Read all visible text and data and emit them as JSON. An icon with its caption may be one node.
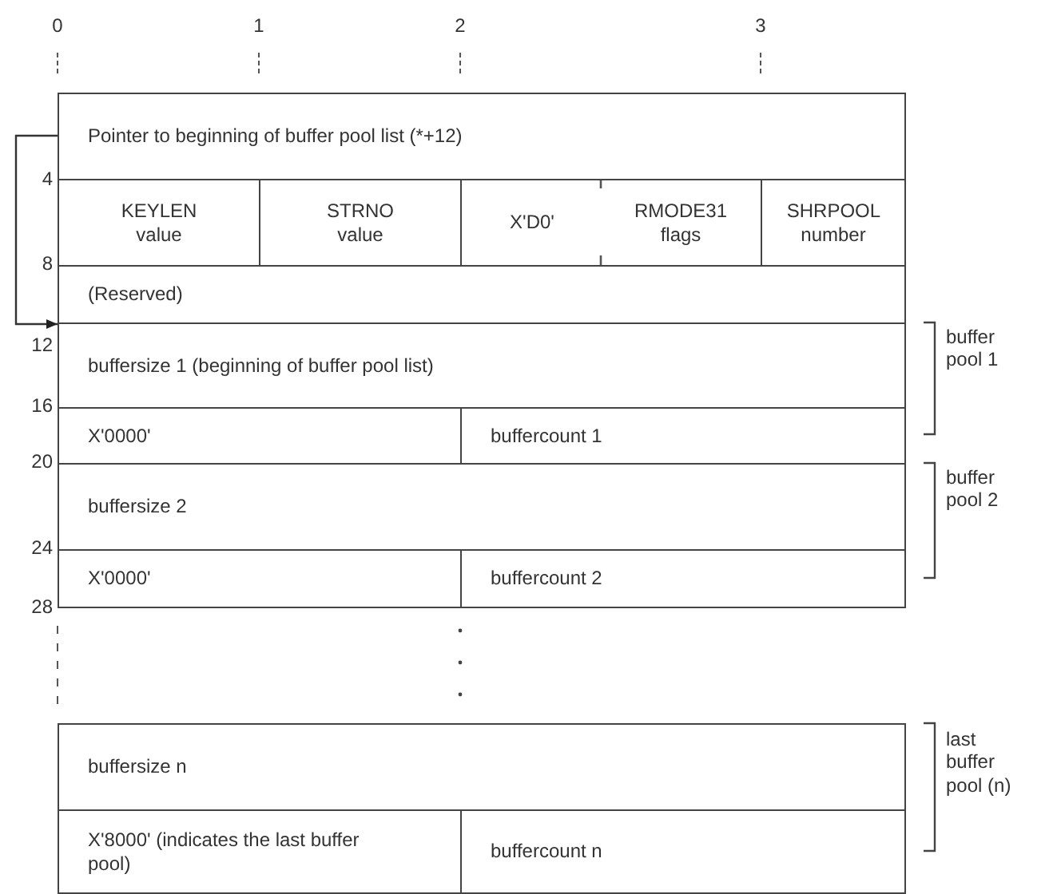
{
  "diagram": {
    "nodes": [
      {
        "text": [
          "Pointer to beginning of buffer pool list (*+12)"
        ]
      },
      {
        "text": [
          "KEYLEN value"
        ]
      },
      {
        "text": [
          "STRNO value"
        ]
      },
      {
        "text": [
          "X'D0'"
        ]
      },
      {
        "text": [
          "RMODE31 flags"
        ]
      },
      {
        "text": [
          "SHRPOOL number"
        ]
      },
      {
        "text": [
          "(Reserved)"
        ]
      },
      {
        "text": [
          "buffersize 1 (beginning of buffer pool list)"
        ]
      },
      {
        "text": [
          "X'0000'"
        ]
      },
      {
        "text": [
          "buffercount 1"
        ]
      },
      {
        "text": [
          "buffersize 2"
        ]
      },
      {
        "text": [
          "X'0000'"
        ]
      },
      {
        "text": [
          "buffercount 2"
        ]
      },
      {
        "text": [
          "buffersize n"
        ]
      },
      {
        "text": [
          "X'8000' (indicates the last buffer pool)"
        ]
      },
      {
        "text": [
          "buffercount n"
        ]
      }
    ],
    "edges": [
      {
        "from": 0,
        "to": 7,
        "arrow": "to"
      }
    ],
    "labels": [
      "0",
      "1",
      "2",
      "3",
      "4",
      "8",
      "12",
      "16",
      "20",
      "24",
      "28",
      "buffer pool 1",
      "buffer pool 2",
      "last buffer pool (n)"
    ]
  }
}
